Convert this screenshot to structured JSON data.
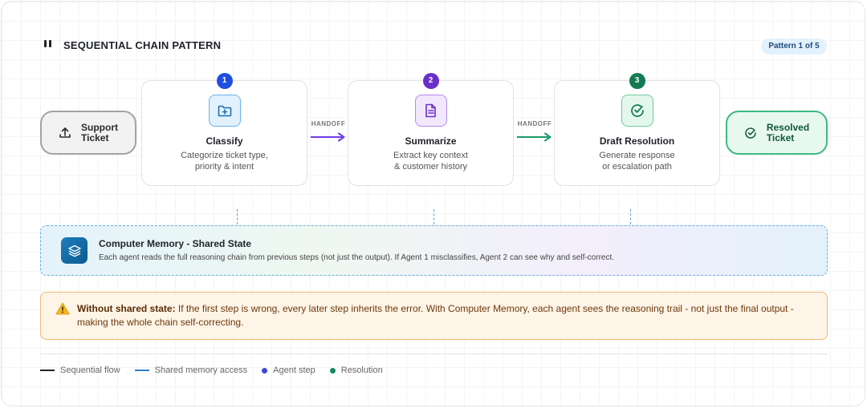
{
  "header": {
    "title": "SEQUENTIAL CHAIN PATTERN",
    "badge": "Pattern 1 of 5"
  },
  "start": {
    "line1": "Support",
    "line2": "Ticket",
    "icon": "upload-icon"
  },
  "end": {
    "line1": "Resolved",
    "line2": "Ticket",
    "icon": "check-circle-icon"
  },
  "steps": [
    {
      "number": "1",
      "title": "Classify",
      "desc1": "Categorize ticket type,",
      "desc2": "priority & intent",
      "icon": "folder-plus-icon",
      "color": "#1f4fe0"
    },
    {
      "number": "2",
      "title": "Summarize",
      "desc1": "Extract key context",
      "desc2": "& customer history",
      "icon": "document-icon",
      "color": "#6b2fc9"
    },
    {
      "number": "3",
      "title": "Draft Resolution",
      "desc1": "Generate response",
      "desc2": "or escalation path",
      "icon": "check-circle-icon",
      "color": "#137a52"
    }
  ],
  "handoffs": [
    {
      "label": "HANDOFF",
      "color": "#6d3bea"
    },
    {
      "label": "HANDOFF",
      "color": "#189a66"
    }
  ],
  "memory": {
    "title": "Computer Memory - Shared State",
    "desc": "Each agent reads the full reasoning chain from previous steps (not just the output). If Agent 1 misclassifies, Agent 2 can see why and self-correct.",
    "icon": "layers-icon"
  },
  "warning": {
    "bold": "Without shared state:",
    "text": " If the first step is wrong, every later step inherits the error. With Computer Memory, each agent sees the reasoning trail - not just the final output - making the whole chain self-correcting.",
    "icon": "warning-icon"
  },
  "legend": [
    {
      "label": "Sequential flow",
      "kind": "line",
      "color": "#1f2328"
    },
    {
      "label": "Shared memory access",
      "kind": "line",
      "color": "#2f7fd0"
    },
    {
      "label": "Agent step",
      "kind": "dot",
      "color": "#3b46e0"
    },
    {
      "label": "Resolution",
      "kind": "dot",
      "color": "#148a5c"
    }
  ]
}
